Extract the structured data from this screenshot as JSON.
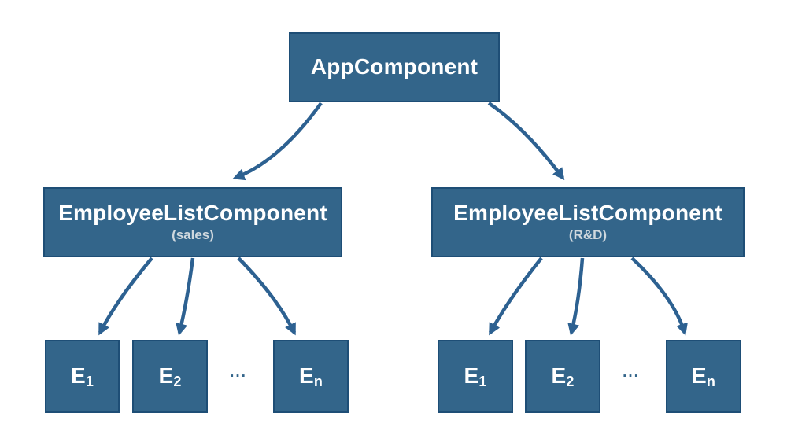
{
  "diagram": {
    "type": "component-tree",
    "colors": {
      "node_fill": "#33658a",
      "node_border": "#1e4e76",
      "arrow": "#2d6191",
      "label": "#ffffff",
      "sublabel": "#cfd8de",
      "ellipsis": "#33658a",
      "bg": "#ffffff"
    },
    "root": {
      "label": "AppComponent"
    },
    "branches": [
      {
        "label": "EmployeeListComponent",
        "sublabel": "(sales)",
        "ellipsis": "...",
        "children": [
          {
            "base": "E",
            "sub": "1"
          },
          {
            "base": "E",
            "sub": "2"
          },
          {
            "base": "E",
            "sub": "n"
          }
        ]
      },
      {
        "label": "EmployeeListComponent",
        "sublabel": "(R&D)",
        "ellipsis": "...",
        "children": [
          {
            "base": "E",
            "sub": "1"
          },
          {
            "base": "E",
            "sub": "2"
          },
          {
            "base": "E",
            "sub": "n"
          }
        ]
      }
    ]
  }
}
